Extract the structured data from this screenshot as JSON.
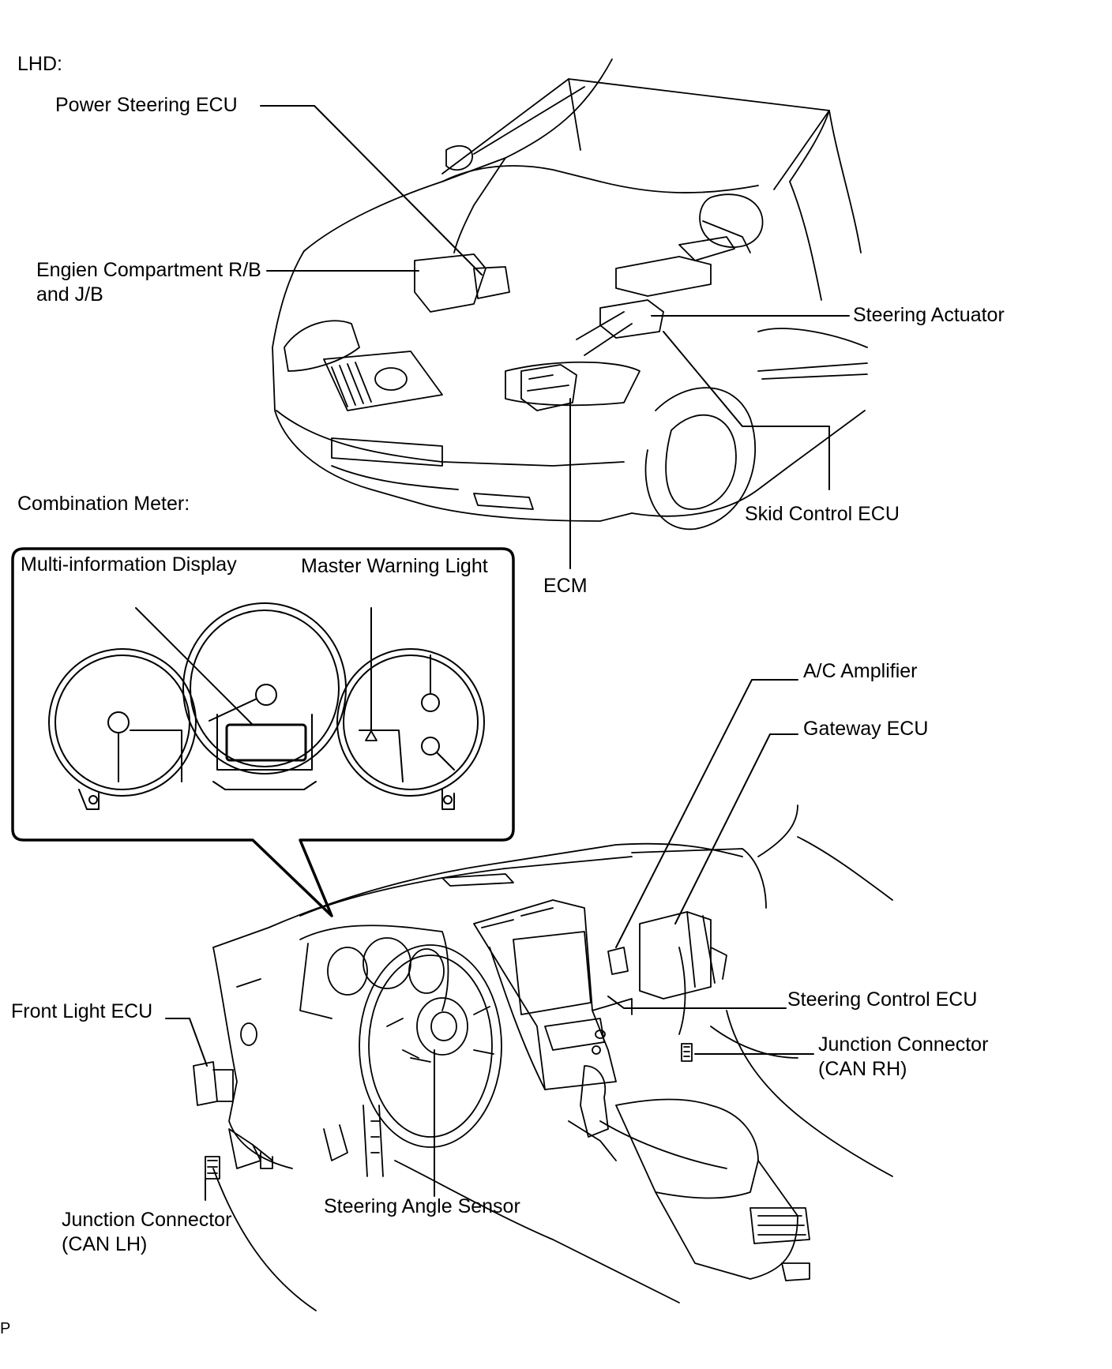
{
  "section_lhd": "LHD:",
  "section_meter": "Combination Meter:",
  "labels": {
    "power_steering_ecu": "Power Steering ECU",
    "engine_compartment_rb_line1": "Engien Compartment R/B",
    "engine_compartment_rb_line2": "and J/B",
    "steering_actuator": "Steering Actuator",
    "skid_control_ecu": "Skid Control ECU",
    "ecm": "ECM",
    "multi_information_display": "Multi-information Display",
    "master_warning_light": "Master Warning Light",
    "ac_amplifier": "A/C Amplifier",
    "gateway_ecu": "Gateway ECU",
    "steering_control_ecu": "Steering Control ECU",
    "junction_connector_rh_line1": "Junction Connector",
    "junction_connector_rh_line2": "(CAN RH)",
    "front_light_ecu": "Front Light ECU",
    "junction_connector_lh_line1": "Junction Connector",
    "junction_connector_lh_line2": "(CAN LH)",
    "steering_angle_sensor": "Steering Angle Sensor"
  },
  "footer_mark": "P"
}
